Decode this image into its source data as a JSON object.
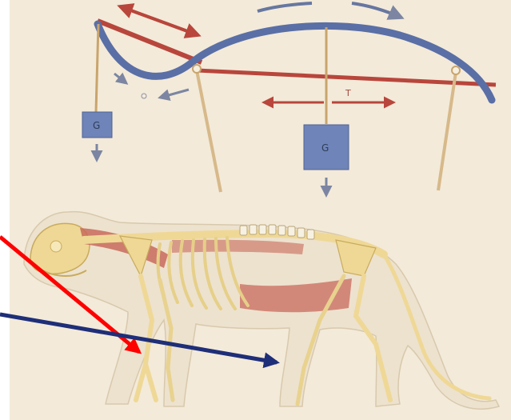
{
  "diagram": {
    "model_labels": {
      "weight_left": "G",
      "weight_center": "G",
      "tension_center": "T"
    },
    "colors": {
      "paper": "#f3ead9",
      "beam_blue": "#5a6fa6",
      "cable_red": "#b8463c",
      "post_tan": "#d7b98a",
      "weight_box": "#6f84b8",
      "pointer_red": "#ff0000",
      "pointer_navy": "#1e2e78",
      "bone": "#efd896",
      "muscle": "#c86a5c",
      "skin": "#ede2ce"
    }
  }
}
